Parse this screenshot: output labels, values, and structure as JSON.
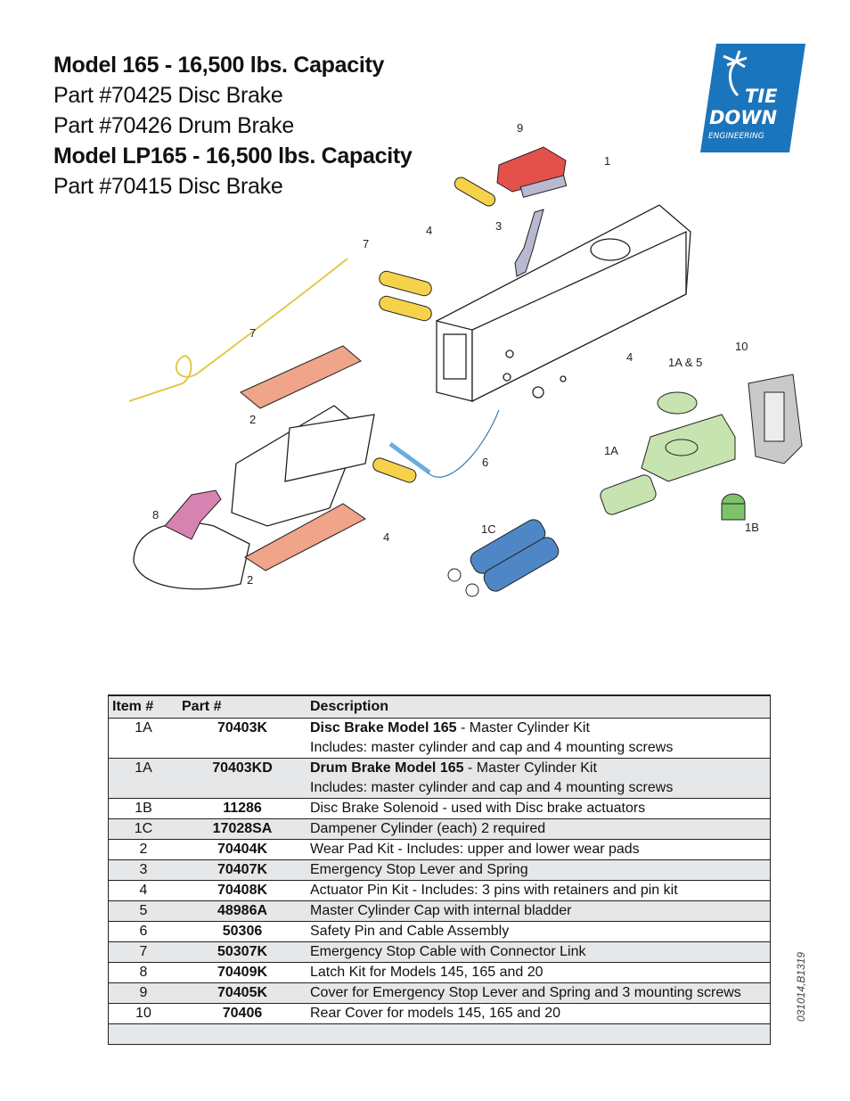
{
  "header": {
    "lines": [
      {
        "text": "Model 165 - 16,500 lbs. Capacity",
        "bold": true
      },
      {
        "text": "Part #70425 Disc Brake",
        "bold": false
      },
      {
        "text": "Part #70426 Drum Brake",
        "bold": false
      },
      {
        "text": "Model LP165 - 16,500 lbs. Capacity",
        "bold": true
      },
      {
        "text": "Part #70415 Disc Brake",
        "bold": false
      }
    ]
  },
  "logo": {
    "line1": "TIE",
    "line2": "DOWN",
    "line3": "ENGINEERING",
    "color": "#1b75bc"
  },
  "diagram": {
    "labels": {
      "l9": "9",
      "l1": "1",
      "l4a": "4",
      "l3": "3",
      "l7a": "7",
      "l7b": "7",
      "l2a": "2",
      "l2b": "2",
      "l8": "8",
      "l6": "6",
      "l4b": "4",
      "l4c": "4",
      "l1a5": "1A & 5",
      "l10": "10",
      "l1a": "1A",
      "l1c": "1C",
      "l1b": "1B"
    },
    "colors": {
      "latch": "#d783b1",
      "cover": "#e4514a",
      "wearpad": "#f0a48a",
      "pin": "#f5d24a",
      "cylinder": "#4f86c6",
      "master": "#c7e3b0",
      "solenoid": "#7cc36b",
      "rearcover": "#c9c9c9"
    }
  },
  "table": {
    "headers": {
      "item": "Item #",
      "part": "Part #",
      "desc": "Description"
    },
    "rows": [
      {
        "item": "1A",
        "part": "70403K",
        "desc_bold": "Disc Brake Model 165",
        "desc": " - Master Cylinder Kit",
        "desc2": "Includes: master cylinder and cap and 4 mounting screws"
      },
      {
        "item": "1A",
        "part": "70403KD",
        "desc_bold": "Drum Brake Model 165",
        "desc": " - Master Cylinder Kit",
        "desc2": "Includes: master cylinder and cap and 4 mounting screws"
      },
      {
        "item": "1B",
        "part": "11286",
        "desc_bold": "",
        "desc": "Disc Brake Solenoid - used with Disc brake actuators",
        "desc2": ""
      },
      {
        "item": "1C",
        "part": "17028SA",
        "desc_bold": "",
        "desc": "Dampener Cylinder (each) 2 required",
        "desc2": ""
      },
      {
        "item": "2",
        "part": "70404K",
        "desc_bold": "",
        "desc": "Wear Pad Kit - Includes: upper and lower wear pads",
        "desc2": ""
      },
      {
        "item": "3",
        "part": "70407K",
        "desc_bold": "",
        "desc": "Emergency Stop Lever and Spring",
        "desc2": ""
      },
      {
        "item": "4",
        "part": "70408K",
        "desc_bold": "",
        "desc": "Actuator Pin Kit - Includes: 3 pins with retainers and pin kit",
        "desc2": ""
      },
      {
        "item": "5",
        "part": "48986A",
        "desc_bold": "",
        "desc": "Master Cylinder Cap with internal bladder",
        "desc2": ""
      },
      {
        "item": "6",
        "part": "50306",
        "desc_bold": "",
        "desc": "Safety Pin and Cable Assembly",
        "desc2": ""
      },
      {
        "item": "7",
        "part": "50307K",
        "desc_bold": "",
        "desc": "Emergency Stop Cable with Connector Link",
        "desc2": ""
      },
      {
        "item": "8",
        "part": "70409K",
        "desc_bold": "",
        "desc": "Latch Kit for Models 145, 165 and 20",
        "desc2": ""
      },
      {
        "item": "9",
        "part": "70405K",
        "desc_bold": "",
        "desc": "Cover for Emergency Stop Lever and Spring and 3 mounting screws",
        "desc2": ""
      },
      {
        "item": "10",
        "part": "70406",
        "desc_bold": "",
        "desc": "Rear Cover for models 145, 165 and 20",
        "desc2": ""
      }
    ]
  },
  "doc_id": "031014,B1319"
}
